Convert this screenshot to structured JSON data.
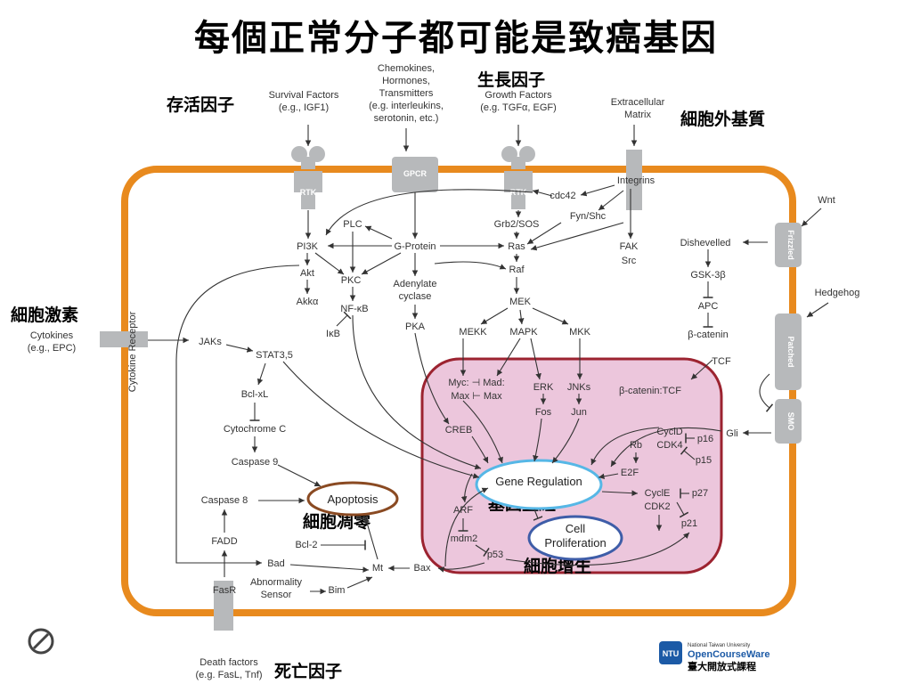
{
  "title": "每個正常分子都可能是致癌基因",
  "chinese_labels": {
    "survival": "存活因子",
    "growth": "生長因子",
    "ecm": "細胞外基質",
    "hormone": "細胞激素",
    "gene": "基因重組",
    "apoptosis": "細胞凋零",
    "proliferation": "細胞增生",
    "death": "死亡因子"
  },
  "inputs": {
    "survival": [
      "Survival Factors",
      "(e.g., IGF1)"
    ],
    "chemokines": [
      "Chemokines,",
      "Hormones,",
      "Transmitters",
      "(e.g. interleukins,",
      "serotonin, etc.)"
    ],
    "growth": [
      "Growth Factors",
      "(e.g. TGFα, EGF)"
    ],
    "ecm": [
      "Extracellular",
      "Matrix"
    ],
    "wnt": "Wnt",
    "hedgehog": "Hedgehog",
    "cytokines": [
      "Cytokines",
      "(e.g., EPC)"
    ],
    "death": [
      "Death factors",
      "(e.g. FasL, Tnf)"
    ]
  },
  "receptors": {
    "rtk1": "RTK",
    "gpcr": "GPCR",
    "rtk2": "RTK",
    "integrins": "Integrins",
    "frizzled": "Frizzled",
    "patched": "Patched",
    "smo": "SMO",
    "cytokine_receptor": "Cytokine Receptor",
    "fasr": "FasR"
  },
  "nodes": {
    "pi3k": "PI3K",
    "akt": "Akt",
    "akka": "Akkα",
    "plc": "PLC",
    "gprotein": "G-Protein",
    "pkc": "PKC",
    "nfkb": "NF-κB",
    "ikb": "IκB",
    "adenylate": [
      "Adenylate",
      "cyclase"
    ],
    "pka": "PKA",
    "cdc42": "cdc42",
    "fynshc": "Fyn/Shc",
    "grb2": "Grb2/SOS",
    "ras": "Ras",
    "fak": "FAK",
    "src": "Src",
    "raf": "Raf",
    "mek": "MEK",
    "mekk": "MEKK",
    "mapk": "MAPK",
    "mkk": "MKK",
    "dishevelled": "Dishevelled",
    "gsk": "GSK-3β",
    "apc": "APC",
    "bcatenin": "β-catenin",
    "tcf": "TCF",
    "jaks": "JAKs",
    "stat": "STAT3,5",
    "bclxl": "Bcl-xL",
    "cytc": "Cytochrome C",
    "casp9": "Caspase 9",
    "casp8": "Caspase 8",
    "fadd": "FADD",
    "bcl2": "Bcl-2",
    "bad": "Bad",
    "mt": "Mt",
    "bax": "Bax",
    "bim": "Bim",
    "abnormality": [
      "Abnormality",
      "Sensor"
    ],
    "mycmad": [
      "Myc: ⊣ Mad:",
      "Max ⊢ Max"
    ],
    "erkfos": [
      "ERK",
      "Fos"
    ],
    "jnkjun": [
      "JNKs",
      "Jun"
    ],
    "bcattcf": "β-catenin:TCF",
    "creb": "CREB",
    "gli": "Gli",
    "cycld": "CyclD",
    "cdk4": "CDK4",
    "p16": "p16",
    "p15": "p15",
    "rb": "Rb",
    "e2f": "E2F",
    "cycle": "CyclE",
    "cdk2": "CDK2",
    "p27": "p27",
    "p21": "p21",
    "arf": "ARF",
    "mdm2": "mdm2",
    "p53": "p53",
    "gene_reg": "Gene Regulation",
    "apoptosis": "Apoptosis",
    "cell_prolif": [
      "Cell",
      "Proliferation"
    ]
  },
  "logo": {
    "line1": "National Taiwan University",
    "line2": "OpenCourseWare",
    "line3": "臺大開放式課程",
    "mark": "NTU"
  },
  "colors": {
    "membrane": "#e88a1e",
    "nucleus_fill": "#ecc6dc",
    "nucleus_stroke": "#9c2330",
    "gene_reg_border": "#56b7e6",
    "apoptosis_border": "#8a4a22",
    "prolif_border": "#3e5da8",
    "receptor": "#b7b9bb"
  }
}
